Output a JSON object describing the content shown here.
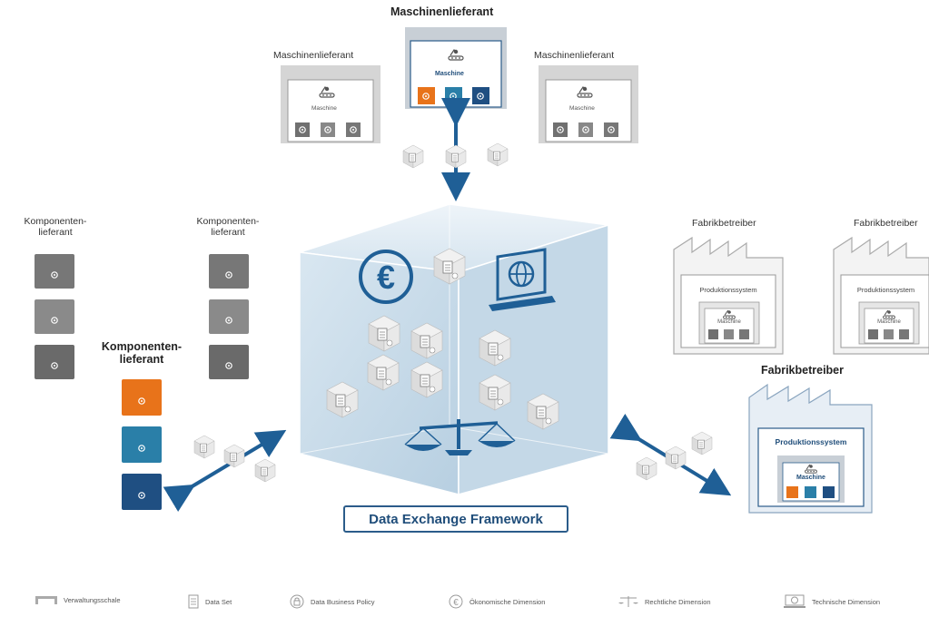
{
  "machine_suppliers": {
    "center": {
      "title": "Maschinenlieferant",
      "machine_label": "Maschine"
    },
    "left": {
      "title": "Maschinenlieferant",
      "machine_label": "Maschine"
    },
    "right": {
      "title": "Maschinenlieferant",
      "machine_label": "Maschine"
    }
  },
  "component_suppliers": {
    "far_left": {
      "title_line1": "Komponenten-",
      "title_line2": "lieferant"
    },
    "middle": {
      "title_line1": "Komponenten-",
      "title_line2": "lieferant"
    },
    "active": {
      "title_line1": "Komponenten-",
      "title_line2": "lieferant"
    }
  },
  "factory_operators": {
    "left": {
      "title": "Fabrikbetreiber",
      "system_label": "Produktionssystem",
      "machine_label": "Maschine"
    },
    "right": {
      "title": "Fabrikbetreiber",
      "system_label": "Produktionssystem",
      "machine_label": "Maschine"
    },
    "active": {
      "title": "Fabrikbetreiber",
      "system_label": "Produktionssystem",
      "machine_label": "Maschine"
    }
  },
  "framework_title": "Data Exchange Framework",
  "colors": {
    "orange": "#e8731a",
    "teal": "#2a7fa8",
    "navy": "#1f4f82",
    "gray": "#707070",
    "arrow": "#1f5f96",
    "cube": "#c9dbe8"
  },
  "legend": [
    {
      "icon": "admin-shell-icon",
      "label": "Verwaltungsschale"
    },
    {
      "icon": "data-set-icon",
      "label": "Data Set"
    },
    {
      "icon": "lock-icon",
      "label": "Data Business Policy"
    },
    {
      "icon": "euro-icon",
      "label": "Ökonomische Dimension"
    },
    {
      "icon": "scales-icon",
      "label": "Rechtliche Dimension"
    },
    {
      "icon": "monitor-globe-icon",
      "label": "Technische Dimension"
    }
  ]
}
